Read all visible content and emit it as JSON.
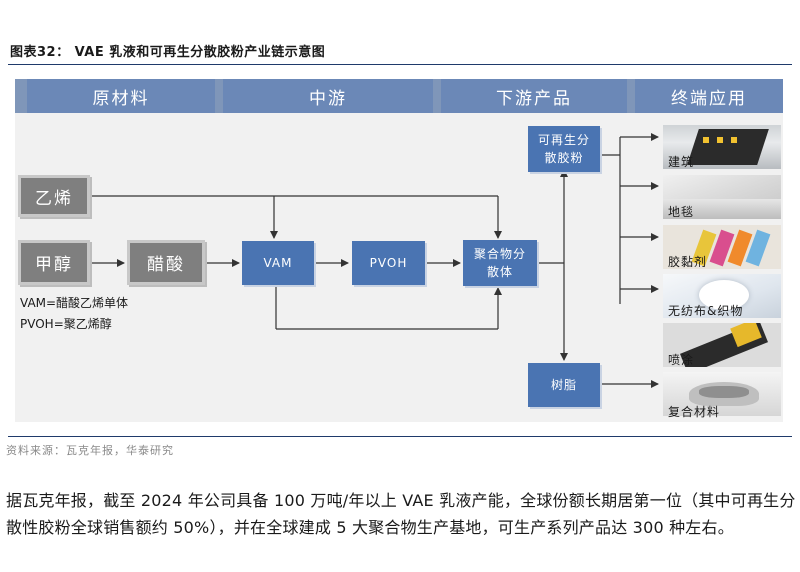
{
  "figure": {
    "title": "图表32： VAE 乳液和可再生分散胶粉产业链示意图",
    "headers": [
      "原材料",
      "中游",
      "下游产品",
      "终端应用"
    ],
    "raw_materials": [
      "乙烯",
      "甲醇",
      "醋酸"
    ],
    "intermediates": [
      "VAM",
      "PVOH",
      "聚合物分散体"
    ],
    "downstream": [
      "可再生分散胶粉",
      "树脂"
    ],
    "legend": [
      "VAM=醋酸乙烯单体",
      "PVOH=聚乙烯醇"
    ],
    "applications": [
      "建筑",
      "地毯",
      "胶黏剂",
      "无纺布&织物",
      "喷涂",
      "复合材料"
    ],
    "source": "资料来源：瓦克年报，华泰研究"
  },
  "paragraph": "据瓦克年报，截至 2024 年公司具备 100 万吨/年以上 VAE 乳液产能，全球份额长期居第一位（其中可再生分散性胶粉全球销售额约 50%），并在全球建成 5 大聚合物生产基地，可生产系列产品达 300 种左右。",
  "colors": {
    "header_blue": "#6b88b7",
    "node_blue": "#4a74b2",
    "raw_gray": "#7f7f7f",
    "panel_bg": "#f1f1f1",
    "rule_navy": "#1f3a6b"
  }
}
